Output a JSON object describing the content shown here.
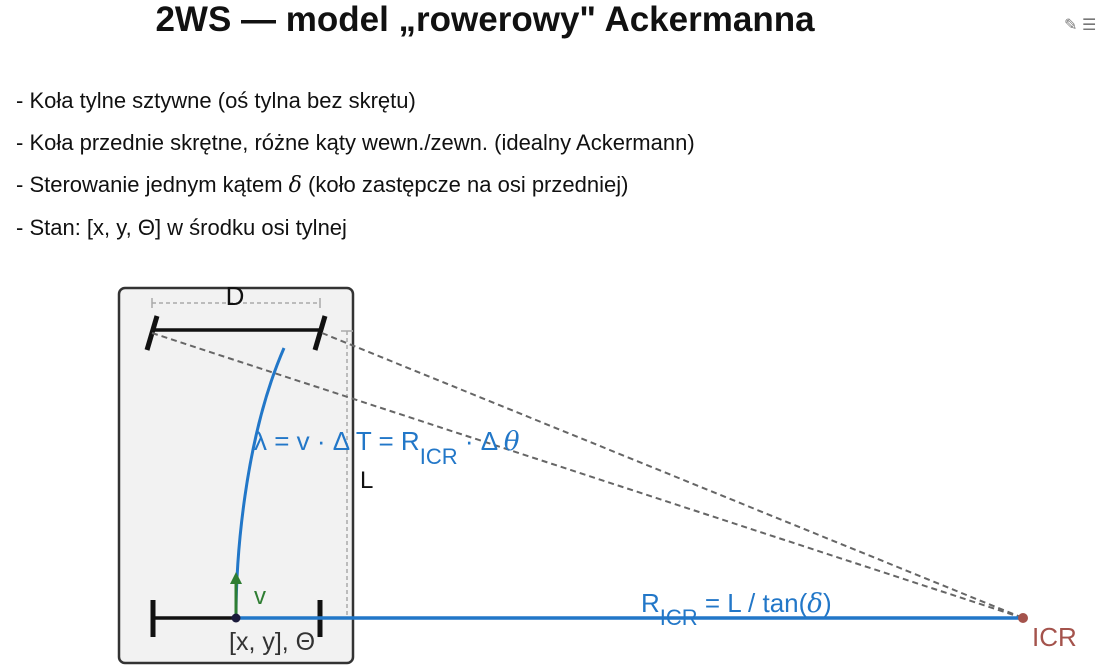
{
  "title": "2WS — model „rowerowy\" Ackermanna",
  "toolbar": {
    "pen_icon": "✎",
    "doc_icon": "☰"
  },
  "bullets": [
    "- Koła tylne sztywne (oś tylna bez skrętu)",
    "- Koła przednie skrętne, różne kąty wewn./zewn. (idealny Ackermann)",
    {
      "before": "- Sterowanie jednym kątem ",
      "symbol": "δ",
      "after": " (koło zastępcze na osi przedniej)"
    },
    "- Stan: [x, y, Θ] w środku osi tylnej"
  ],
  "diagram": {
    "label_D": "D",
    "label_L": "L",
    "label_v": "v",
    "label_state": "[x, y], Θ",
    "label_icr": "ICR",
    "arc_label": {
      "start": "λ = v · Δ T = R",
      "sub": "ICR",
      "end": " · Δ ",
      "theta": "θ"
    },
    "radius_label": {
      "start": "R",
      "sub": "ICR",
      "end": " = L / tan(",
      "delta": "δ",
      "close": ")"
    },
    "colors": {
      "blue": "#2277c8",
      "green": "#2e7d32",
      "red": "#a4534c",
      "gray": "#777777"
    }
  }
}
